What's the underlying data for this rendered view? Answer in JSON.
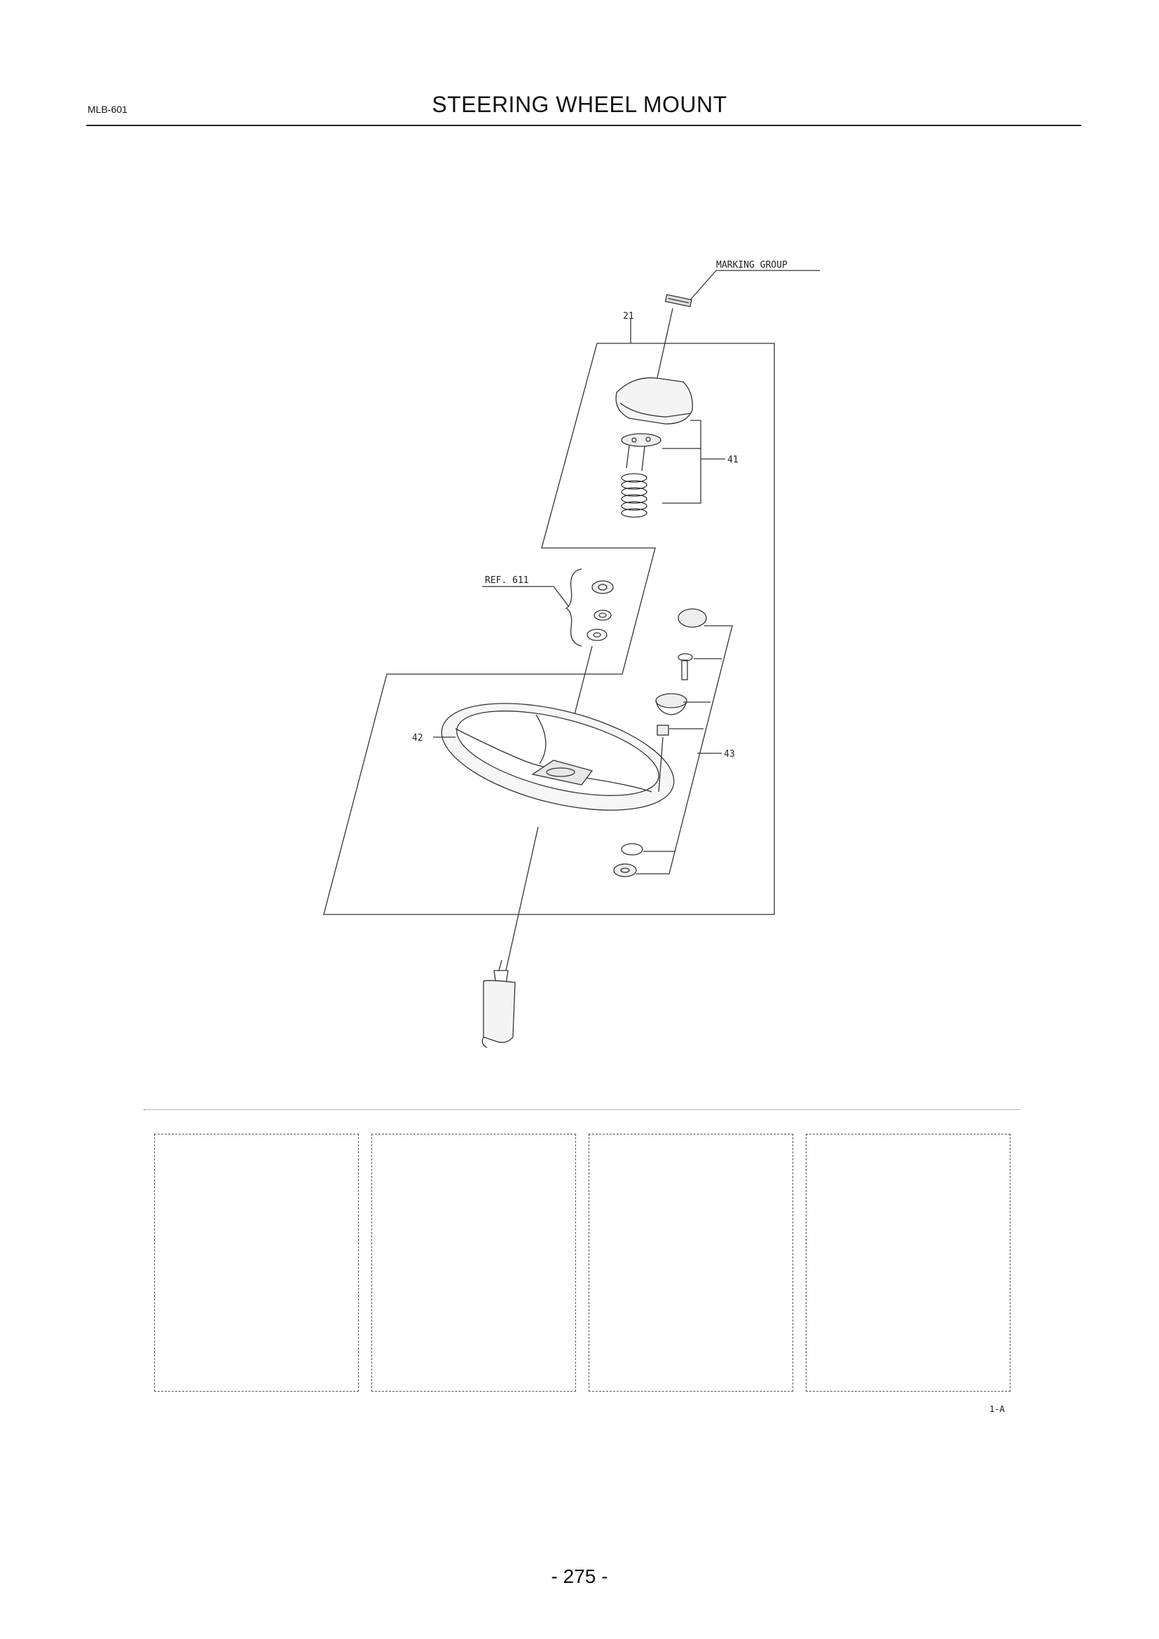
{
  "header": {
    "code": "MLB-601",
    "title": "STEERING WHEEL MOUNT"
  },
  "diagram": {
    "callouts": {
      "marking_group": "MARKING GROUP",
      "c21": "21",
      "c41": "41",
      "ref611": "REF. 611",
      "c42": "42",
      "c43": "43"
    }
  },
  "footer": {
    "note": "1-A",
    "page_number": "- 275 -"
  }
}
